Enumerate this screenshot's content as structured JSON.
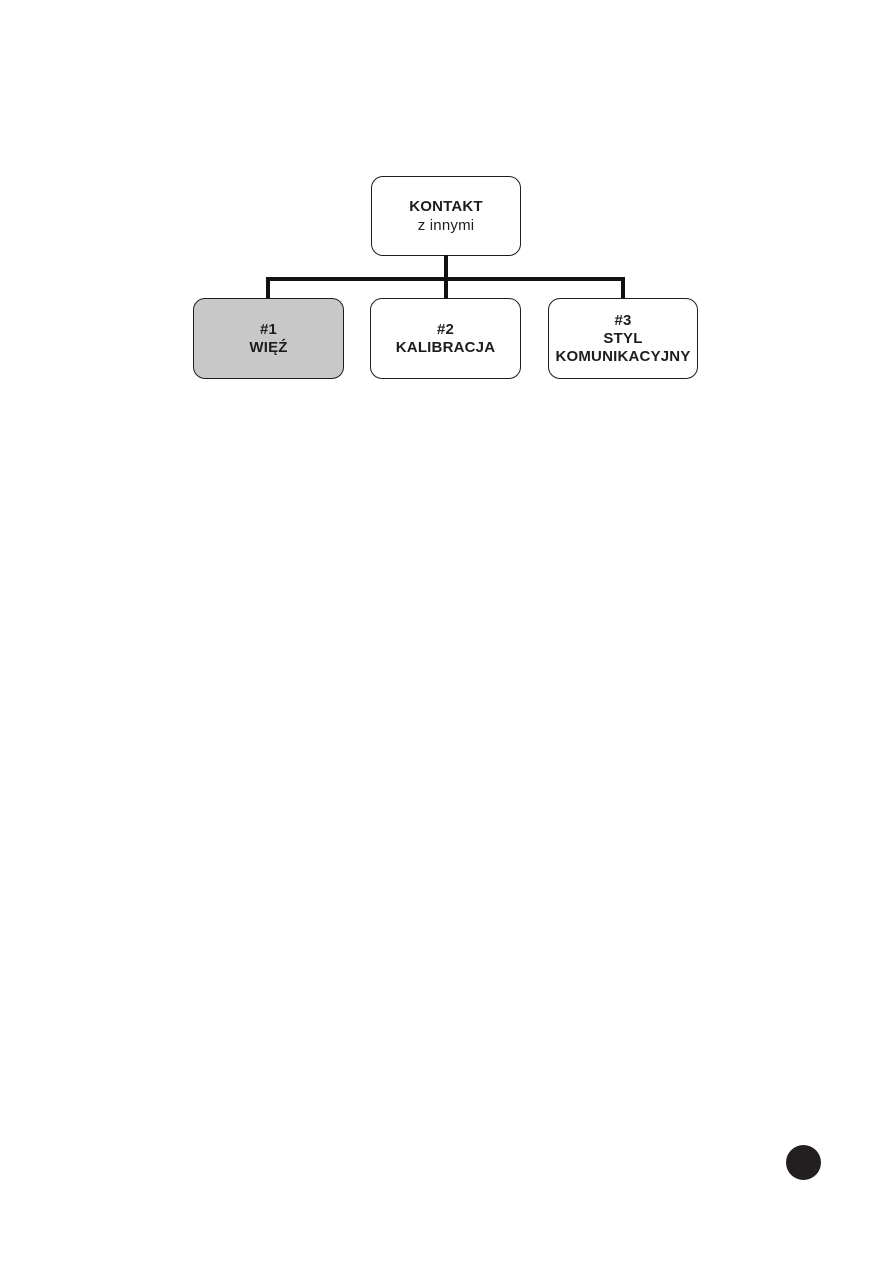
{
  "document": {
    "background": "#ffffff"
  },
  "diagram": {
    "root": {
      "title": "KONTAKT",
      "subtitle": "z innymi"
    },
    "children": [
      {
        "number": "#1",
        "label1": "WIĘŹ",
        "label2": "",
        "highlighted": true
      },
      {
        "number": "#2",
        "label1": "KALIBRACJA",
        "label2": "",
        "highlighted": false
      },
      {
        "number": "#3",
        "label1": "STYL",
        "label2": "KOMUNIKACYJNY",
        "highlighted": false
      }
    ],
    "colors": {
      "connector": "#111111",
      "box_border": "#1d1d1b",
      "highlight_fill": "#c8c8c8",
      "text": "#1d1d1b"
    }
  },
  "footer": {
    "page_marker": {
      "shape": "filled-circle",
      "color": "#231f20"
    }
  }
}
